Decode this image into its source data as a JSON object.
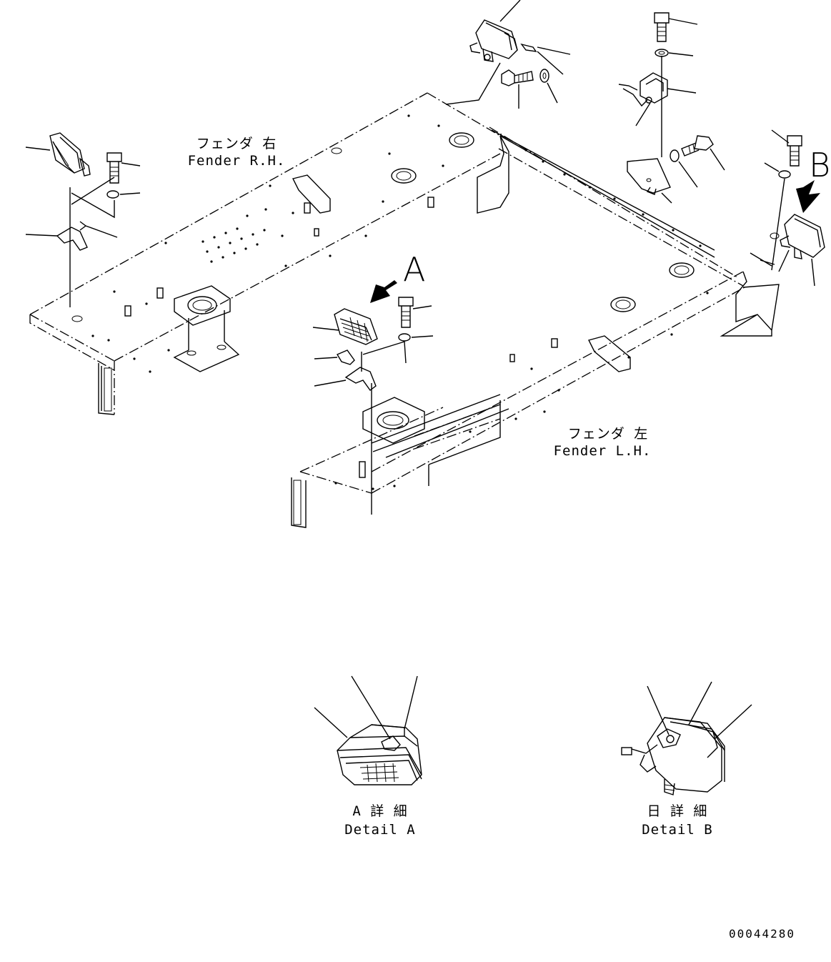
{
  "labels": {
    "fender_rh_jp": "フェンダ 右",
    "fender_rh_en": "Fender R.H.",
    "fender_lh_jp": "フェンダ 左",
    "fender_lh_en": "Fender L.H.",
    "view_a": "A",
    "view_b": "B",
    "detail_a_jp": "A 詳 細",
    "detail_a_en": "Detail A",
    "detail_b_jp": "日 詳 細",
    "detail_b_en": "Detail B",
    "drawing_number": "00044280"
  }
}
